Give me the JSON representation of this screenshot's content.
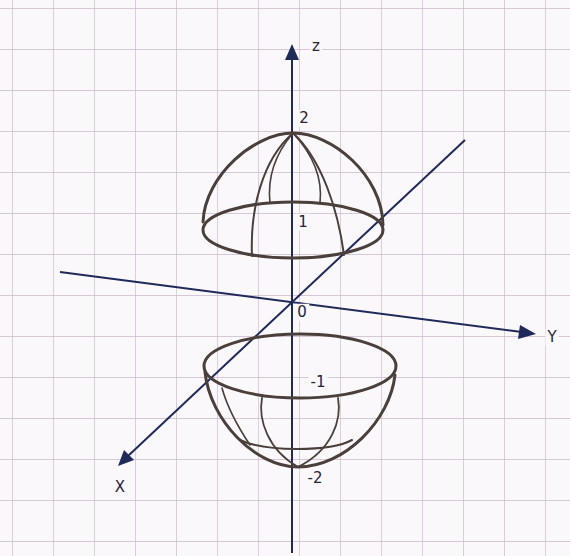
{
  "diagram": {
    "labels": [
      "z",
      "2",
      "1",
      "0",
      "Y",
      "-1",
      "X",
      "-2"
    ]
  }
}
